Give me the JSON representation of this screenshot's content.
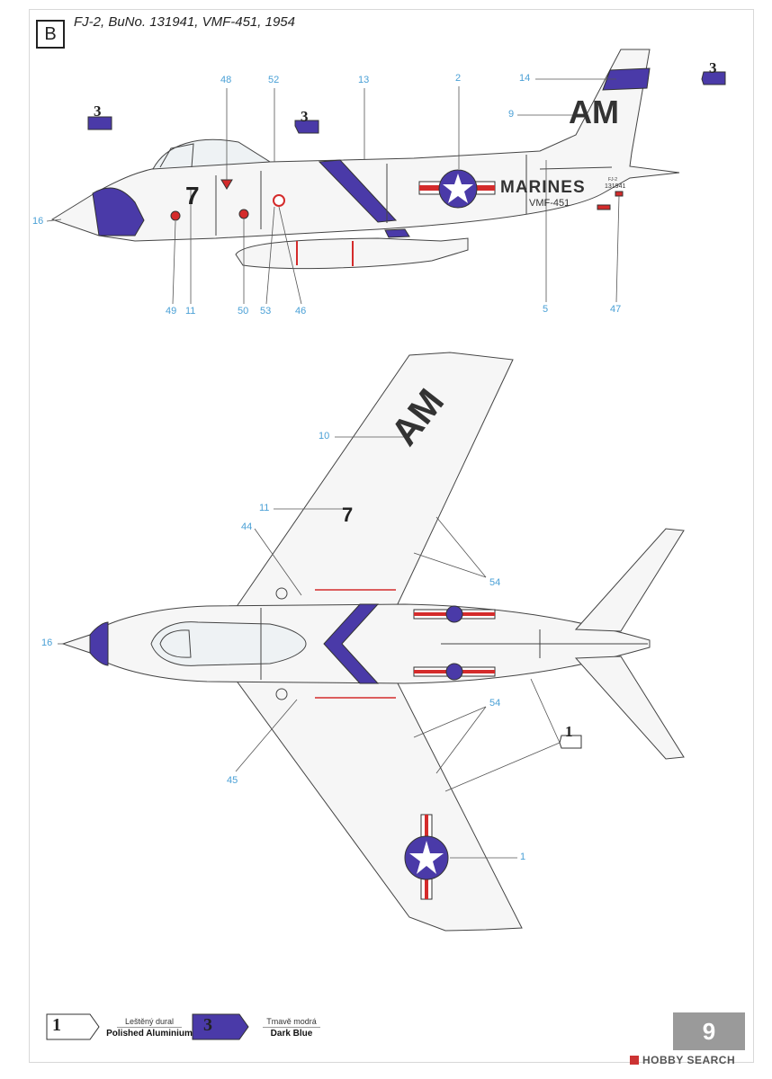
{
  "sheet": {
    "badge": "B",
    "title": "FJ-2, BuNo. 131941, VMF-451, 1954"
  },
  "callouts": {
    "side": [
      "48",
      "52",
      "13",
      "2",
      "14",
      "9",
      "16",
      "49",
      "11",
      "50",
      "53",
      "46",
      "5",
      "47"
    ],
    "top": [
      "10",
      "11",
      "44",
      "54",
      "16",
      "54",
      "45",
      "1"
    ]
  },
  "paint_chips": {
    "side_nose": "3",
    "side_fuselage": "3",
    "side_tail": "3",
    "top_fuselage": "1"
  },
  "aircraft_markings": {
    "side_code": "AM",
    "side_number": "7",
    "marines": "MARINES",
    "squadron": "VMF-451",
    "buno": "131941",
    "buno_prefix": "FJ-2",
    "wing_code": "AM",
    "wing_number": "7"
  },
  "legend": [
    {
      "number": "1",
      "label_cz": "Leštěný dural",
      "label_en": "Polished Aluminium",
      "color": "#ffffff"
    },
    {
      "number": "3",
      "label_cz": "Tmavě modrá",
      "label_en": "Dark Blue",
      "color": "#4a3aa8"
    }
  ],
  "page_number": "9",
  "watermark": "HOBBY SEARCH",
  "colors": {
    "dark_blue": "#4a3aa8",
    "callout_blue": "#4aa0d6",
    "insignia_red": "#d42b2b",
    "page_gray": "#9a9a9a"
  }
}
